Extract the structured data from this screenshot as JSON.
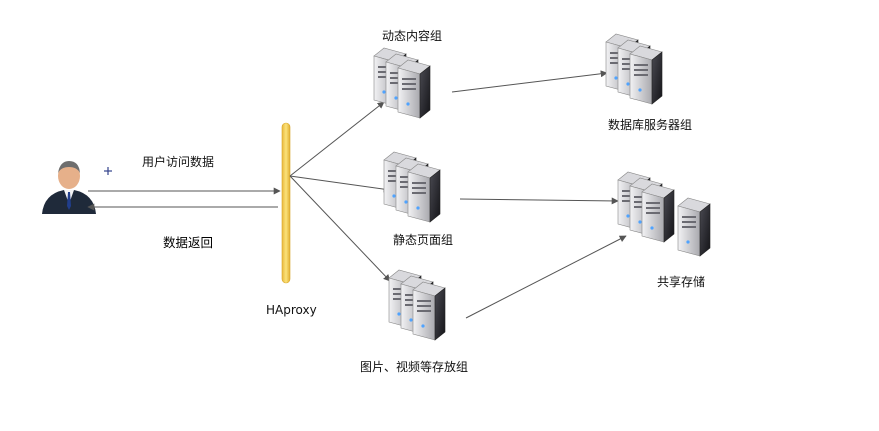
{
  "labels": {
    "user_request": "用户访问数据",
    "data_return": "数据返回",
    "haproxy": "HAproxy",
    "dynamic_group": "动态内容组",
    "static_group": "静态页面组",
    "media_group": "图片、视频等存放组",
    "db_group": "数据库服务器组",
    "shared_storage": "共享存储"
  },
  "colors": {
    "haproxy_bar": "#F2CC5A",
    "arrow": "#555555",
    "server_face": "#2E2E33",
    "server_top": "#C8C8CC",
    "suit": "#1F2A3A"
  },
  "icons": {
    "user": "user-avatar-icon",
    "server": "server-stack-icon"
  }
}
